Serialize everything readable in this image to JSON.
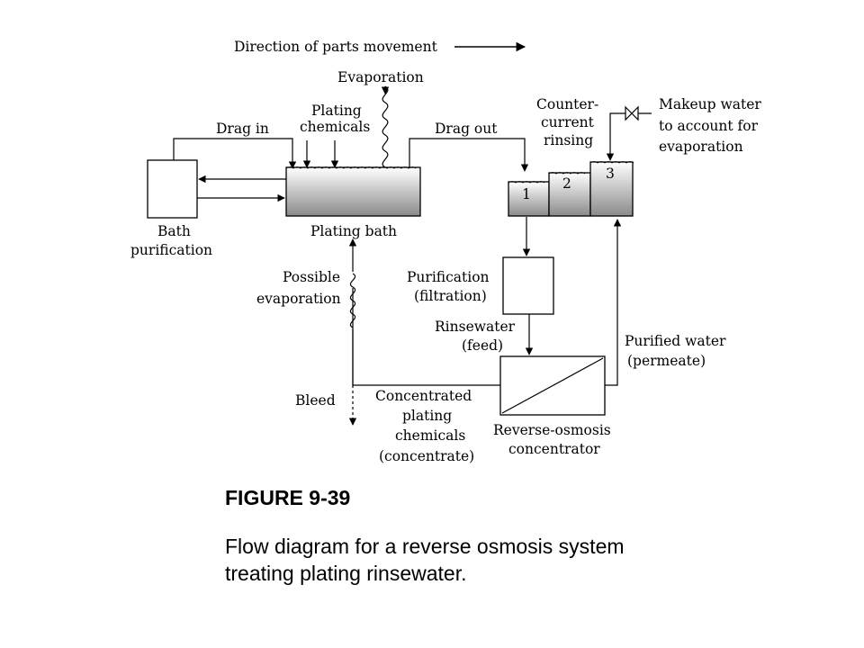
{
  "labels": {
    "direction": "Direction of parts movement",
    "evaporation": "Evaporation",
    "plating_chemicals": [
      "Plating",
      "chemicals"
    ],
    "drag_in": "Drag in",
    "drag_out": "Drag out",
    "countercurrent": [
      "Counter-",
      "current",
      "rinsing"
    ],
    "makeup_water": [
      "Makeup water",
      "to account for",
      "evaporation"
    ],
    "bath_purification": [
      "Bath",
      "purification"
    ],
    "plating_bath": "Plating bath",
    "tank_numbers": [
      "1",
      "2",
      "3"
    ],
    "possible_evaporation": [
      "Possible",
      "evaporation"
    ],
    "purification": [
      "Purification",
      "(filtration)"
    ],
    "rinsewater": [
      "Rinsewater",
      "(feed)"
    ],
    "purified_water": [
      "Purified water",
      "(permeate)"
    ],
    "bleed": "Bleed",
    "concentrated": [
      "Concentrated",
      "plating",
      "chemicals",
      "(concentrate)"
    ],
    "ro_concentrator": [
      "Reverse-osmosis",
      "concentrator"
    ]
  },
  "caption": {
    "title": "FIGURE 9-39",
    "text": "Flow diagram for a reverse osmosis system treating plating rinsewater."
  },
  "colors": {
    "line": "#000000",
    "tank_fill_top": "#ffffff",
    "tank_fill_bottom": "#8a8a8a"
  }
}
